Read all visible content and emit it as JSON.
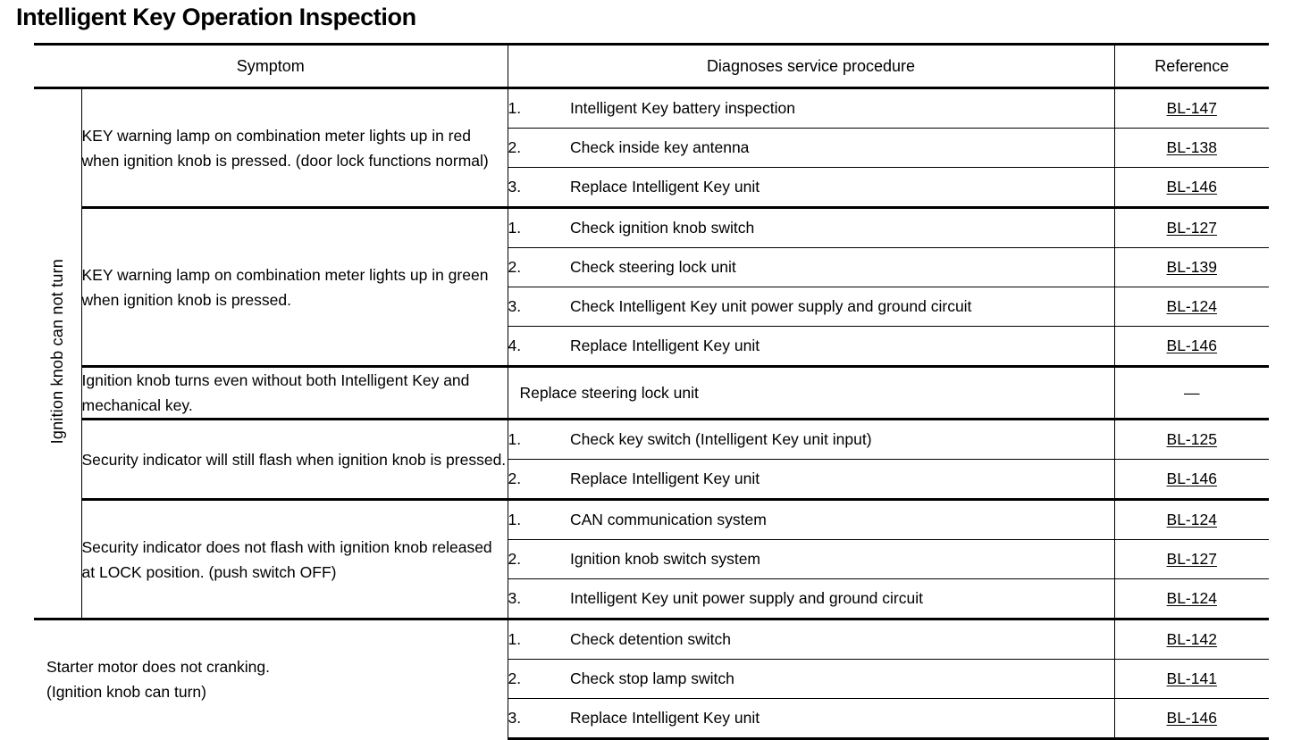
{
  "title": "Intelligent Key Operation Inspection",
  "table": {
    "headers": {
      "symptom": "Symptom",
      "procedure": "Diagnoses service procedure",
      "reference": "Reference"
    },
    "groups": [
      {
        "label": "Ignition knob can not turn",
        "symptoms": [
          {
            "text": "KEY warning lamp on combination meter lights up in red when ignition knob is pressed. (door lock functions normal)",
            "procedures": [
              {
                "num": "1.",
                "text": "Intelligent Key battery inspection",
                "ref": "BL-147",
                "ref_link": true
              },
              {
                "num": "2.",
                "text": "Check inside key antenna",
                "ref": "BL-138",
                "ref_link": true
              },
              {
                "num": "3.",
                "text": "Replace Intelligent Key unit",
                "ref": "BL-146",
                "ref_link": true
              }
            ]
          },
          {
            "text": "KEY warning lamp on combination meter lights up in green when ignition knob is pressed.",
            "procedures": [
              {
                "num": "1.",
                "text": "Check ignition knob switch",
                "ref": "BL-127",
                "ref_link": true
              },
              {
                "num": "2.",
                "text": "Check steering lock unit",
                "ref": "BL-139",
                "ref_link": true
              },
              {
                "num": "3.",
                "text": "Check Intelligent Key unit power supply and ground circuit",
                "ref": "BL-124",
                "ref_link": true
              },
              {
                "num": "4.",
                "text": "Replace Intelligent Key unit",
                "ref": "BL-146",
                "ref_link": true
              }
            ]
          },
          {
            "text": "Ignition knob turns even without both Intelligent Key and mechanical key.",
            "procedures": [
              {
                "num": "",
                "text": "Replace steering lock unit",
                "ref": "—",
                "ref_link": false
              }
            ]
          },
          {
            "text": "Security indicator will still flash when ignition knob is pressed.",
            "procedures": [
              {
                "num": "1.",
                "text": "Check key switch (Intelligent Key unit input)",
                "ref": "BL-125",
                "ref_link": true
              },
              {
                "num": "2.",
                "text": "Replace Intelligent Key unit",
                "ref": "BL-146",
                "ref_link": true
              }
            ]
          },
          {
            "text": "Security indicator does not flash with ignition knob released at LOCK position. (push switch OFF)",
            "procedures": [
              {
                "num": "1.",
                "text": "CAN communication system",
                "ref": "BL-124",
                "ref_link": true
              },
              {
                "num": "2.",
                "text": "Ignition knob switch system",
                "ref": "BL-127",
                "ref_link": true
              },
              {
                "num": "3.",
                "text": "Intelligent Key unit power supply and ground circuit",
                "ref": "BL-124",
                "ref_link": true
              }
            ]
          }
        ]
      },
      {
        "label": "",
        "symptoms": [
          {
            "text": "Starter motor does not cranking.\n(Ignition knob can turn)",
            "procedures": [
              {
                "num": "1.",
                "text": "Check detention switch",
                "ref": "BL-142",
                "ref_link": true
              },
              {
                "num": "2.",
                "text": "Check stop lamp switch",
                "ref": "BL-141",
                "ref_link": true
              },
              {
                "num": "3.",
                "text": "Replace Intelligent Key unit",
                "ref": "BL-146",
                "ref_link": true
              }
            ]
          }
        ]
      }
    ]
  }
}
